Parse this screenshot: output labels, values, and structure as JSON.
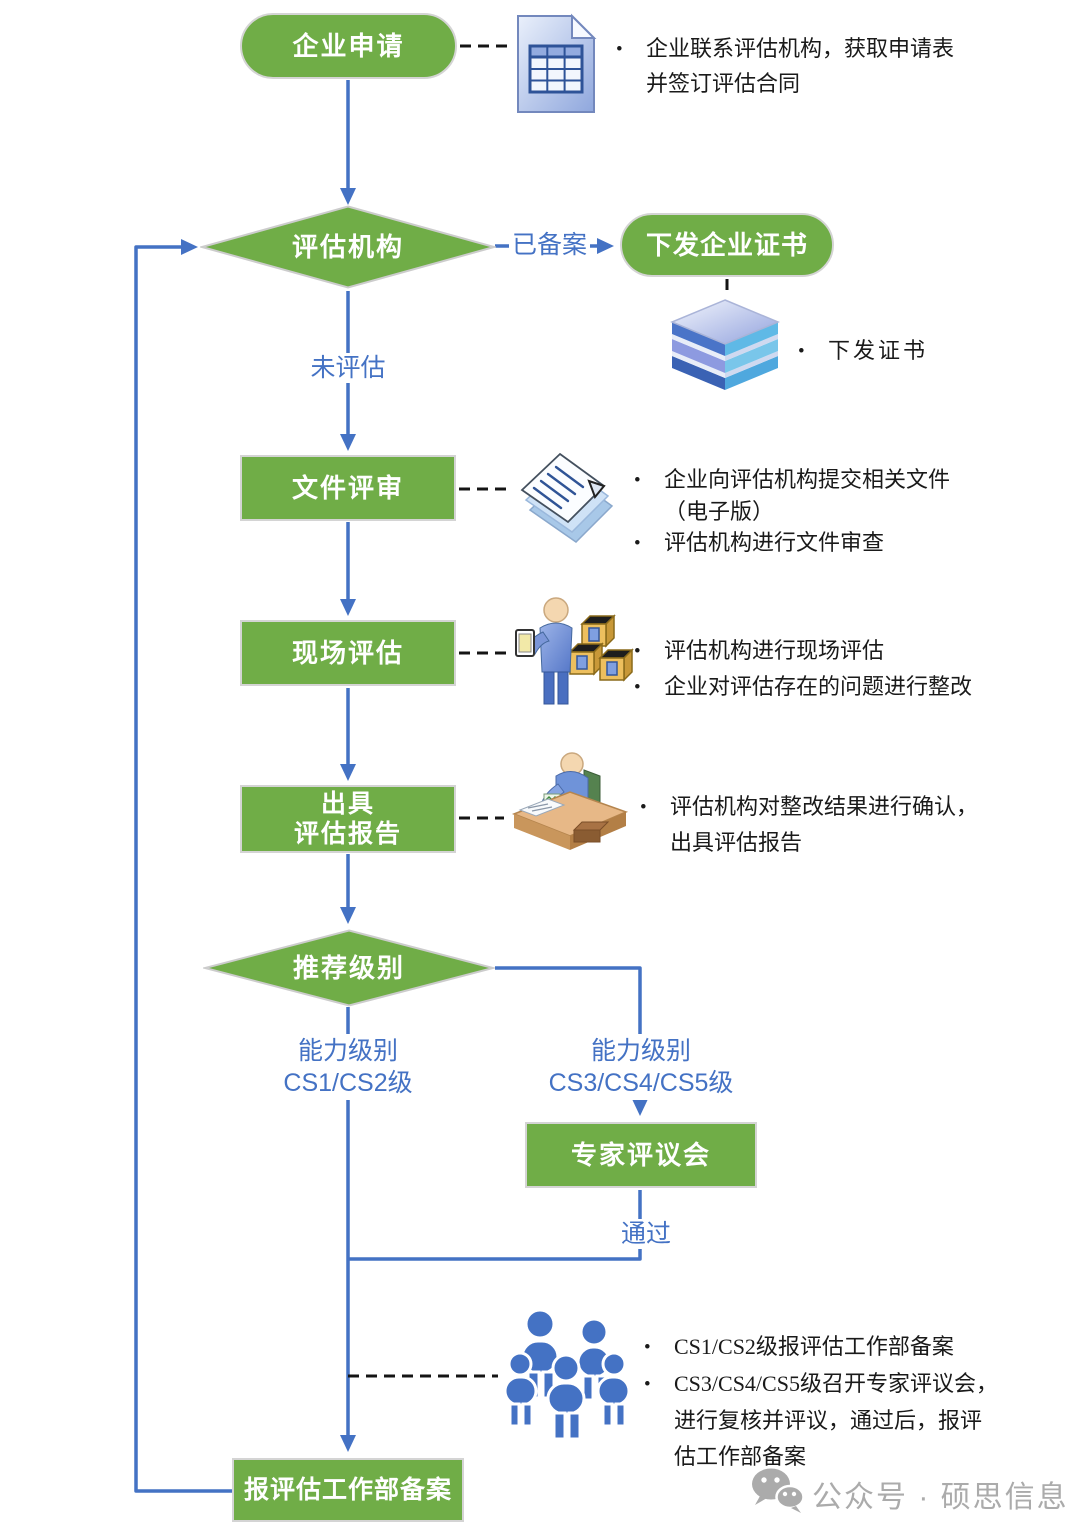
{
  "colors": {
    "node_green": "#70AD47",
    "node_border": "#d4d4d4",
    "connector_blue": "#4472C4",
    "annotation_black": "#1a1a1a",
    "dashed_black": "#141414",
    "watermark_gray": "#ABABAB"
  },
  "flowchart": {
    "nodes": [
      {
        "id": "start",
        "type": "terminator",
        "label": "企业申请"
      },
      {
        "id": "agency",
        "type": "decision",
        "label": "评估机构"
      },
      {
        "id": "cert",
        "type": "terminator",
        "label": "下发企业证书"
      },
      {
        "id": "docreview",
        "type": "process",
        "label": "文件评审"
      },
      {
        "id": "onsite",
        "type": "process",
        "label": "现场评估"
      },
      {
        "id": "report",
        "type": "process",
        "label": "出具评估报告",
        "line1": "出具",
        "line2": "评估报告"
      },
      {
        "id": "level",
        "type": "decision",
        "label": "推荐级别"
      },
      {
        "id": "expert",
        "type": "process",
        "label": "专家评议会"
      },
      {
        "id": "filing",
        "type": "process",
        "label": "报评估工作部备案"
      }
    ],
    "edges": [
      {
        "from": "start",
        "to": "agency",
        "label": ""
      },
      {
        "from": "agency",
        "to": "cert",
        "label": "已备案"
      },
      {
        "from": "agency",
        "to": "docreview",
        "label": "未评估"
      },
      {
        "from": "docreview",
        "to": "onsite",
        "label": ""
      },
      {
        "from": "onsite",
        "to": "report",
        "label": ""
      },
      {
        "from": "report",
        "to": "level",
        "label": ""
      },
      {
        "from": "level",
        "to": "filing",
        "label": "能力级别 CS1/CS2级"
      },
      {
        "from": "level",
        "to": "expert",
        "label": "能力级别 CS3/CS4/CS5级"
      },
      {
        "from": "expert",
        "to": "filing",
        "label": "通过"
      },
      {
        "from": "filing",
        "to": "agency",
        "label": ""
      }
    ],
    "edge_labels": {
      "registered": "已备案",
      "not_assessed": "未评估",
      "passed": "通过",
      "left_branch": [
        "能力级别",
        "CS1/CS2级"
      ],
      "right_branch": [
        "能力级别",
        "CS3/CS4/CS5级"
      ]
    },
    "annotations": {
      "apply": [
        {
          "bullet": "•",
          "text": "企业联系评估机构，获取申请表"
        },
        {
          "bullet": "",
          "text": "并签订评估合同"
        }
      ],
      "cert": [
        {
          "bullet": "•",
          "text": "下发证书"
        }
      ],
      "docreview": [
        {
          "bullet": "•",
          "text": "企业向评估机构提交相关文件"
        },
        {
          "bullet": "",
          "text": "（电子版）"
        },
        {
          "bullet": "•",
          "text": "评估机构进行文件审查"
        }
      ],
      "onsite": [
        {
          "bullet": "•",
          "text": "评估机构进行现场评估"
        },
        {
          "bullet": "•",
          "text": "企业对评估存在的问题进行整改"
        }
      ],
      "report": [
        {
          "bullet": "•",
          "text": "评估机构对整改结果进行确认，"
        },
        {
          "bullet": "",
          "text": "出具评估报告"
        }
      ],
      "filing": [
        {
          "bullet": "•",
          "text": "CS1/CS2级报评估工作部备案"
        },
        {
          "bullet": "•",
          "text": "CS3/CS4/CS5级召开专家评议会，"
        },
        {
          "bullet": "",
          "text": "进行复核并评议，通过后，报评"
        },
        {
          "bullet": "",
          "text": "估工作部备案"
        }
      ]
    },
    "icons": [
      "application-form-icon",
      "certificates-stack-icon",
      "documents-stack-icon",
      "onsite-assessor-icon",
      "report-writer-icon",
      "expert-group-icon"
    ]
  },
  "watermark": {
    "icon": "wechat-icon",
    "text": "公众号 · 硕思信息"
  }
}
